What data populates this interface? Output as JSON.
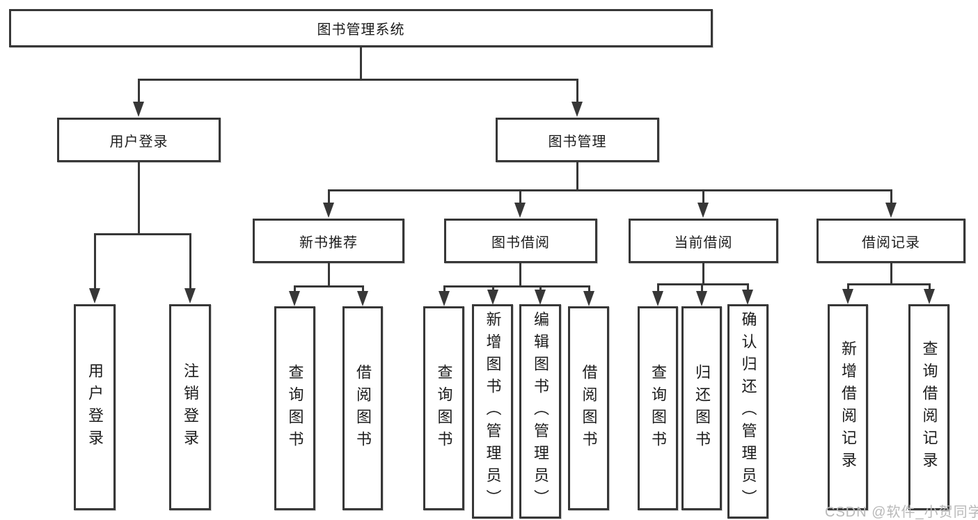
{
  "diagram": {
    "root": {
      "label": "图书管理系统"
    },
    "branches": [
      {
        "label": "用户登录",
        "leaves": [
          {
            "label": "用户登录"
          },
          {
            "label": "注销登录"
          }
        ]
      },
      {
        "label": "图书管理",
        "groups": [
          {
            "label": "新书推荐",
            "leaves": [
              {
                "label": "查询图书"
              },
              {
                "label": "借阅图书"
              }
            ]
          },
          {
            "label": "图书借阅",
            "leaves": [
              {
                "label": "查询图书"
              },
              {
                "label": "新增图书（管理员）"
              },
              {
                "label": "编辑图书（管理员）"
              },
              {
                "label": "借阅图书"
              }
            ]
          },
          {
            "label": "当前借阅",
            "leaves": [
              {
                "label": "查询图书"
              },
              {
                "label": "归还图书"
              },
              {
                "label": "确认归还（管理员）"
              }
            ]
          },
          {
            "label": "借阅记录",
            "leaves": [
              {
                "label": "新增借阅记录"
              },
              {
                "label": "查询借阅记录"
              }
            ]
          }
        ]
      }
    ]
  },
  "watermark": {
    "text": "CSDN @软件_小贺同学"
  },
  "colors": {
    "line": "#373737",
    "text": "#1c1c1c",
    "watermark": "#b9b9b9",
    "background": "#ffffff"
  }
}
